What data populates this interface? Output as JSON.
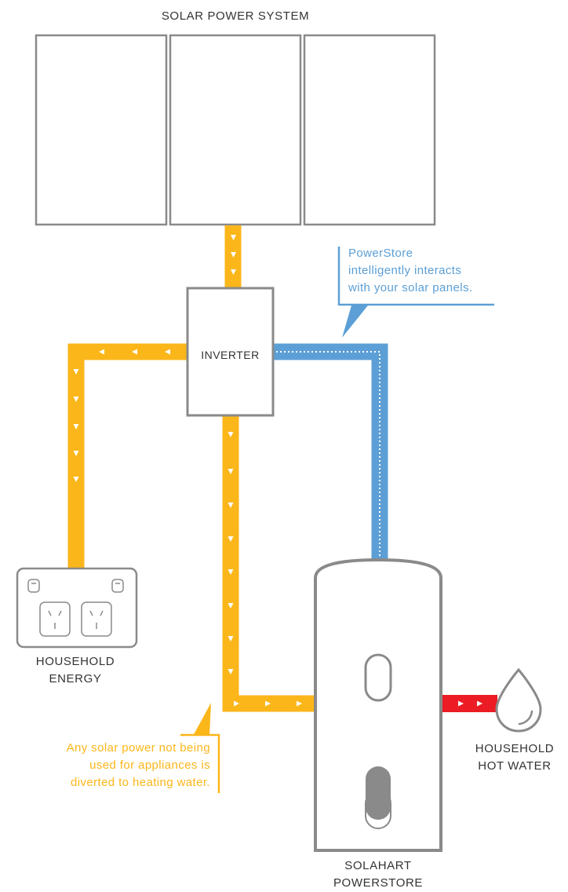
{
  "titles": {
    "solar_system": "SOLAR POWER SYSTEM",
    "inverter": "INVERTER",
    "household_energy": [
      "HOUSEHOLD",
      "ENERGY"
    ],
    "household_hot_water": [
      "HOUSEHOLD",
      "HOT WATER"
    ],
    "powerstore": [
      "SOLAHART",
      "POWERSTORE"
    ]
  },
  "callouts": {
    "powerstore_note": [
      "PowerStore",
      "intelligently interacts",
      "with your solar panels."
    ],
    "solar_note": [
      "Any solar power not being",
      "used for appliances is",
      "diverted to heating water."
    ]
  },
  "colors": {
    "solar_flow": "#fbb61a",
    "control_flow": "#5c9fd6",
    "hot_water_flow": "#ec1c24",
    "outline": "#8a8a8a",
    "text": "#333333"
  },
  "icons": [
    "solar-panel-icon",
    "power-outlet-icon",
    "water-drop-icon",
    "water-tank-icon",
    "flow-arrow-icon"
  ]
}
